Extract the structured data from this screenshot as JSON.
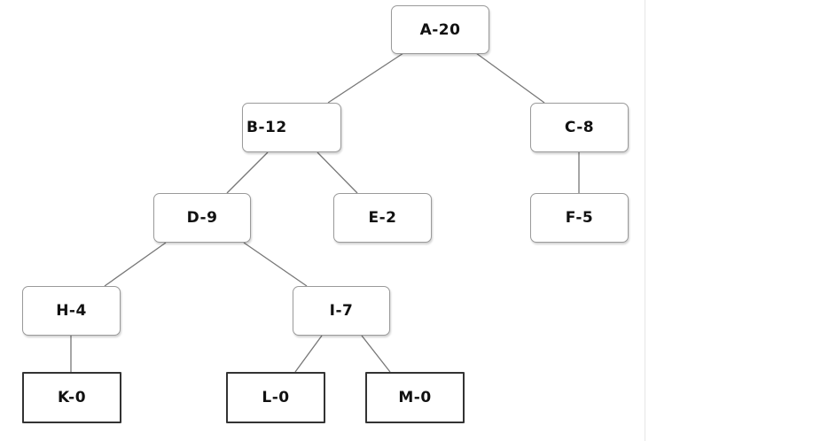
{
  "tree": {
    "nodes": {
      "a": {
        "label": "A-20"
      },
      "b": {
        "label": "B-12"
      },
      "c": {
        "label": "C-8"
      },
      "d": {
        "label": "D-9"
      },
      "e": {
        "label": "E-2"
      },
      "f": {
        "label": "F-5"
      },
      "h": {
        "label": "H-4"
      },
      "i": {
        "label": "I-7"
      },
      "k": {
        "label": "K-0"
      },
      "l": {
        "label": "L-0"
      },
      "m": {
        "label": "M-0"
      }
    }
  }
}
